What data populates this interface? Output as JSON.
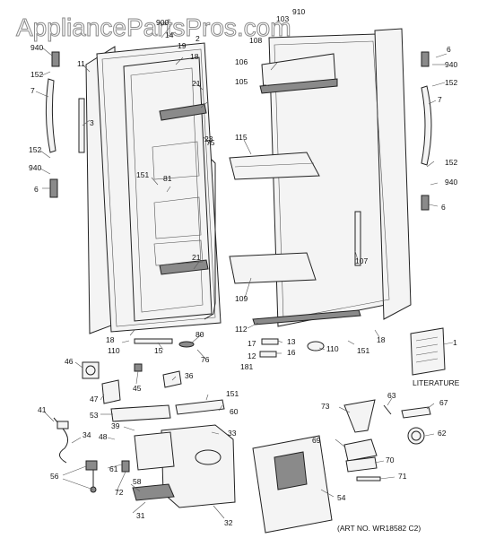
{
  "watermark": "AppliancePartsPros.com",
  "art_number": "(ART NO. WR18582 C2)",
  "literature_label": "LITERATURE",
  "callouts": [
    {
      "id": "c940a",
      "text": "940"
    },
    {
      "id": "c152a",
      "text": "152"
    },
    {
      "id": "c7a",
      "text": "7"
    },
    {
      "id": "c11",
      "text": "11"
    },
    {
      "id": "c3",
      "text": "3"
    },
    {
      "id": "c152b",
      "text": "152"
    },
    {
      "id": "c940b",
      "text": "940"
    },
    {
      "id": "c6a",
      "text": "6"
    },
    {
      "id": "c900",
      "text": "900"
    },
    {
      "id": "c14",
      "text": "14"
    },
    {
      "id": "c19",
      "text": "19"
    },
    {
      "id": "c2",
      "text": "2"
    },
    {
      "id": "c18a",
      "text": "18"
    },
    {
      "id": "c21a",
      "text": "21"
    },
    {
      "id": "c23",
      "text": "23"
    },
    {
      "id": "c75",
      "text": "75"
    },
    {
      "id": "c151a",
      "text": "151"
    },
    {
      "id": "c81",
      "text": "81"
    },
    {
      "id": "c21b",
      "text": "21"
    },
    {
      "id": "c18b",
      "text": "18"
    },
    {
      "id": "c110a",
      "text": "110"
    },
    {
      "id": "c15",
      "text": "15"
    },
    {
      "id": "c80",
      "text": "80"
    },
    {
      "id": "c76",
      "text": "76"
    },
    {
      "id": "c910",
      "text": "910"
    },
    {
      "id": "c103",
      "text": "103"
    },
    {
      "id": "c108",
      "text": "108"
    },
    {
      "id": "c106",
      "text": "106"
    },
    {
      "id": "c105",
      "text": "105"
    },
    {
      "id": "c115",
      "text": "115"
    },
    {
      "id": "c107",
      "text": "107"
    },
    {
      "id": "c109",
      "text": "109"
    },
    {
      "id": "c112",
      "text": "112"
    },
    {
      "id": "c18c",
      "text": "18"
    },
    {
      "id": "c17",
      "text": "17"
    },
    {
      "id": "c13",
      "text": "13"
    },
    {
      "id": "c12",
      "text": "12"
    },
    {
      "id": "c16",
      "text": "16"
    },
    {
      "id": "c181",
      "text": "181"
    },
    {
      "id": "c110b",
      "text": "110"
    },
    {
      "id": "c151b",
      "text": "151"
    },
    {
      "id": "c6b",
      "text": "6"
    },
    {
      "id": "c940c",
      "text": "940"
    },
    {
      "id": "c152c",
      "text": "152"
    },
    {
      "id": "c7b",
      "text": "7"
    },
    {
      "id": "c152d",
      "text": "152"
    },
    {
      "id": "c940d",
      "text": "940"
    },
    {
      "id": "c6c",
      "text": "6"
    },
    {
      "id": "c1",
      "text": "1"
    },
    {
      "id": "c46",
      "text": "46"
    },
    {
      "id": "c45",
      "text": "45"
    },
    {
      "id": "c36",
      "text": "36"
    },
    {
      "id": "c151c",
      "text": "151"
    },
    {
      "id": "c47",
      "text": "47"
    },
    {
      "id": "c53",
      "text": "53"
    },
    {
      "id": "c60",
      "text": "60"
    },
    {
      "id": "c41",
      "text": "41"
    },
    {
      "id": "c39",
      "text": "39"
    },
    {
      "id": "c33",
      "text": "33"
    },
    {
      "id": "c48",
      "text": "48"
    },
    {
      "id": "c34",
      "text": "34"
    },
    {
      "id": "c56",
      "text": "56"
    },
    {
      "id": "c61",
      "text": "61"
    },
    {
      "id": "c72",
      "text": "72"
    },
    {
      "id": "c58",
      "text": "58"
    },
    {
      "id": "c31",
      "text": "31"
    },
    {
      "id": "c32",
      "text": "32"
    },
    {
      "id": "c54",
      "text": "54"
    },
    {
      "id": "c73",
      "text": "73"
    },
    {
      "id": "c63",
      "text": "63"
    },
    {
      "id": "c67",
      "text": "67"
    },
    {
      "id": "c62",
      "text": "62"
    },
    {
      "id": "c69",
      "text": "69"
    },
    {
      "id": "c70",
      "text": "70"
    },
    {
      "id": "c71",
      "text": "71"
    }
  ]
}
